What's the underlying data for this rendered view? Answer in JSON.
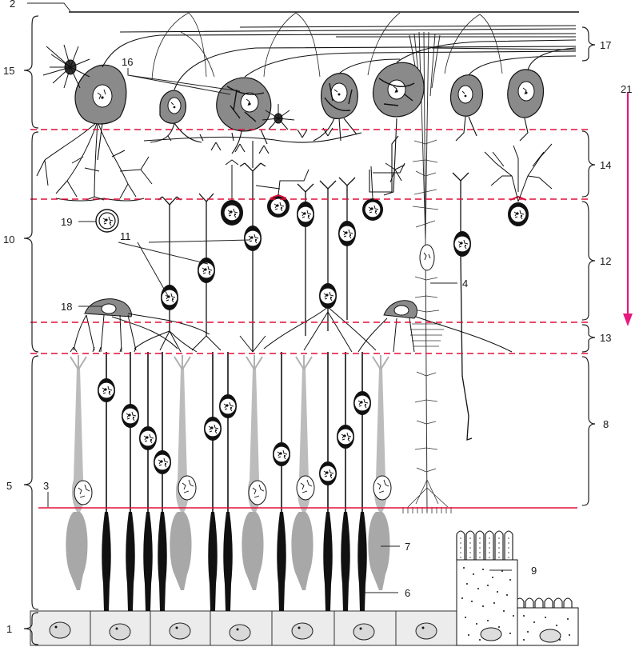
{
  "labels": {
    "l1": "1",
    "l2": "2",
    "l3": "3",
    "l4": "4",
    "l5": "5",
    "l6": "6",
    "l7": "7",
    "l8": "8",
    "l9": "9",
    "l10": "10",
    "l11": "11",
    "l12": "12",
    "l13": "13",
    "l14": "14",
    "l15": "15",
    "l16": "16",
    "l17": "17",
    "l18": "18",
    "l19": "19",
    "l21": "21"
  },
  "colors": {
    "layer_boundary": "#e0103a",
    "arrow": "#e6197f",
    "cell_body": "#8a8a8a",
    "receptor_grey": "#a8a8a8",
    "ink": "#111111",
    "epithelium": "#ececec"
  }
}
